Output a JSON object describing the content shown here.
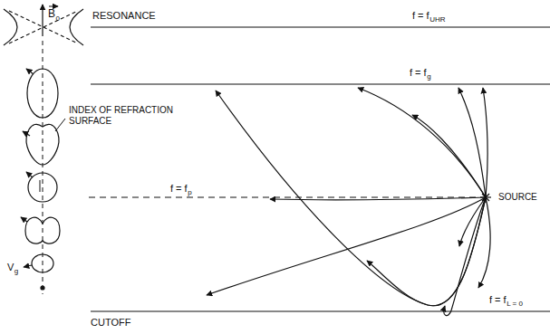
{
  "diagram": {
    "labels": [
      "RESONANCE",
      "f = f",
      "UHR",
      "B",
      "0",
      "f = f",
      "g",
      "INDEX OF REFRACTION SURFACE",
      "f = f",
      "p",
      "SOURCE",
      "V",
      "g",
      "f = f",
      "L = 0",
      "CUTOFF"
    ]
  }
}
